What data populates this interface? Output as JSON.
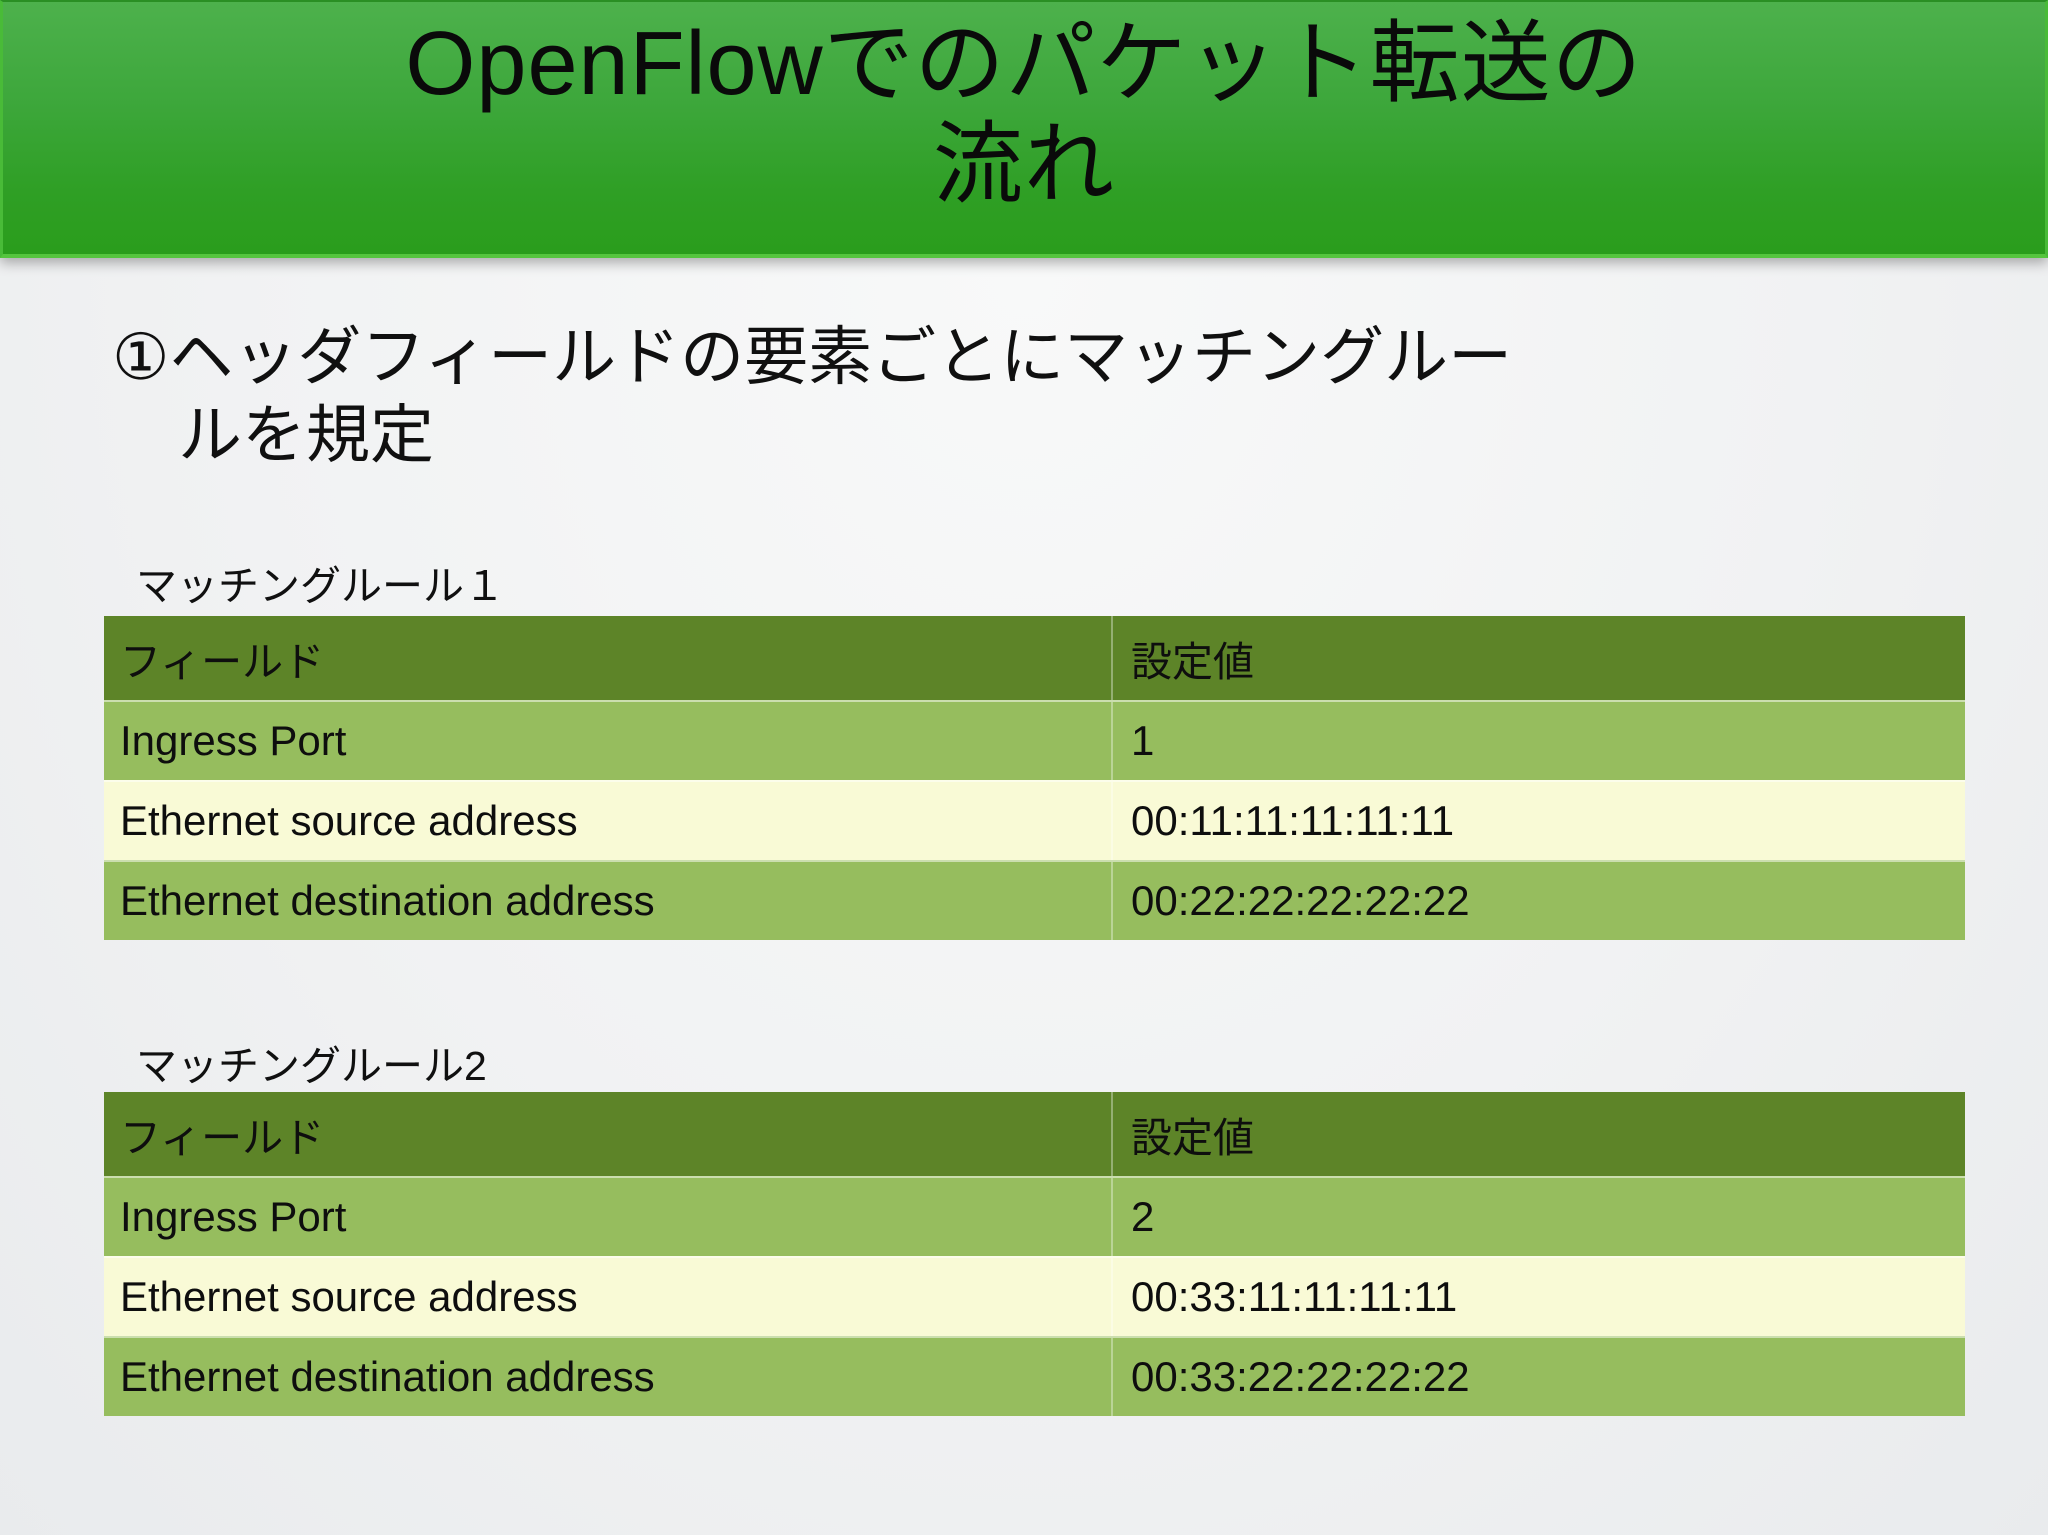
{
  "slide": {
    "title_lines": [
      "OpenFlowでのパケット転送の",
      "流れ"
    ],
    "heading_lines": [
      "①ヘッダフィールドの要素ごとにマッチングルー",
      "ルを規定"
    ],
    "colors": {
      "banner_gradient_top": "#4db14c",
      "banner_gradient_bottom": "#2a9d1c",
      "banner_edge": "#55c53e",
      "table_header_bg": "#5d8428",
      "row_green_bg": "#96bd5e",
      "row_yellow_bg": "#f9fad6",
      "background": "#f1f2f3",
      "text": "#0a0a0a"
    },
    "tables": [
      {
        "label": "マッチングルール１",
        "columns": [
          "フィールド",
          "設定値"
        ],
        "rows": [
          {
            "field": "Ingress Port",
            "value": "1"
          },
          {
            "field": "Ethernet source address",
            "value": "00:11:11:11:11:11"
          },
          {
            "field": "Ethernet destination address",
            "value": "00:22:22:22:22:22"
          }
        ]
      },
      {
        "label": "マッチングルール2",
        "columns": [
          "フィールド",
          "設定値"
        ],
        "rows": [
          {
            "field": "Ingress Port",
            "value": "2"
          },
          {
            "field": "Ethernet source address",
            "value": "00:33:11:11:11:11"
          },
          {
            "field": "Ethernet destination address",
            "value": "00:33:22:22:22:22"
          }
        ]
      }
    ]
  }
}
